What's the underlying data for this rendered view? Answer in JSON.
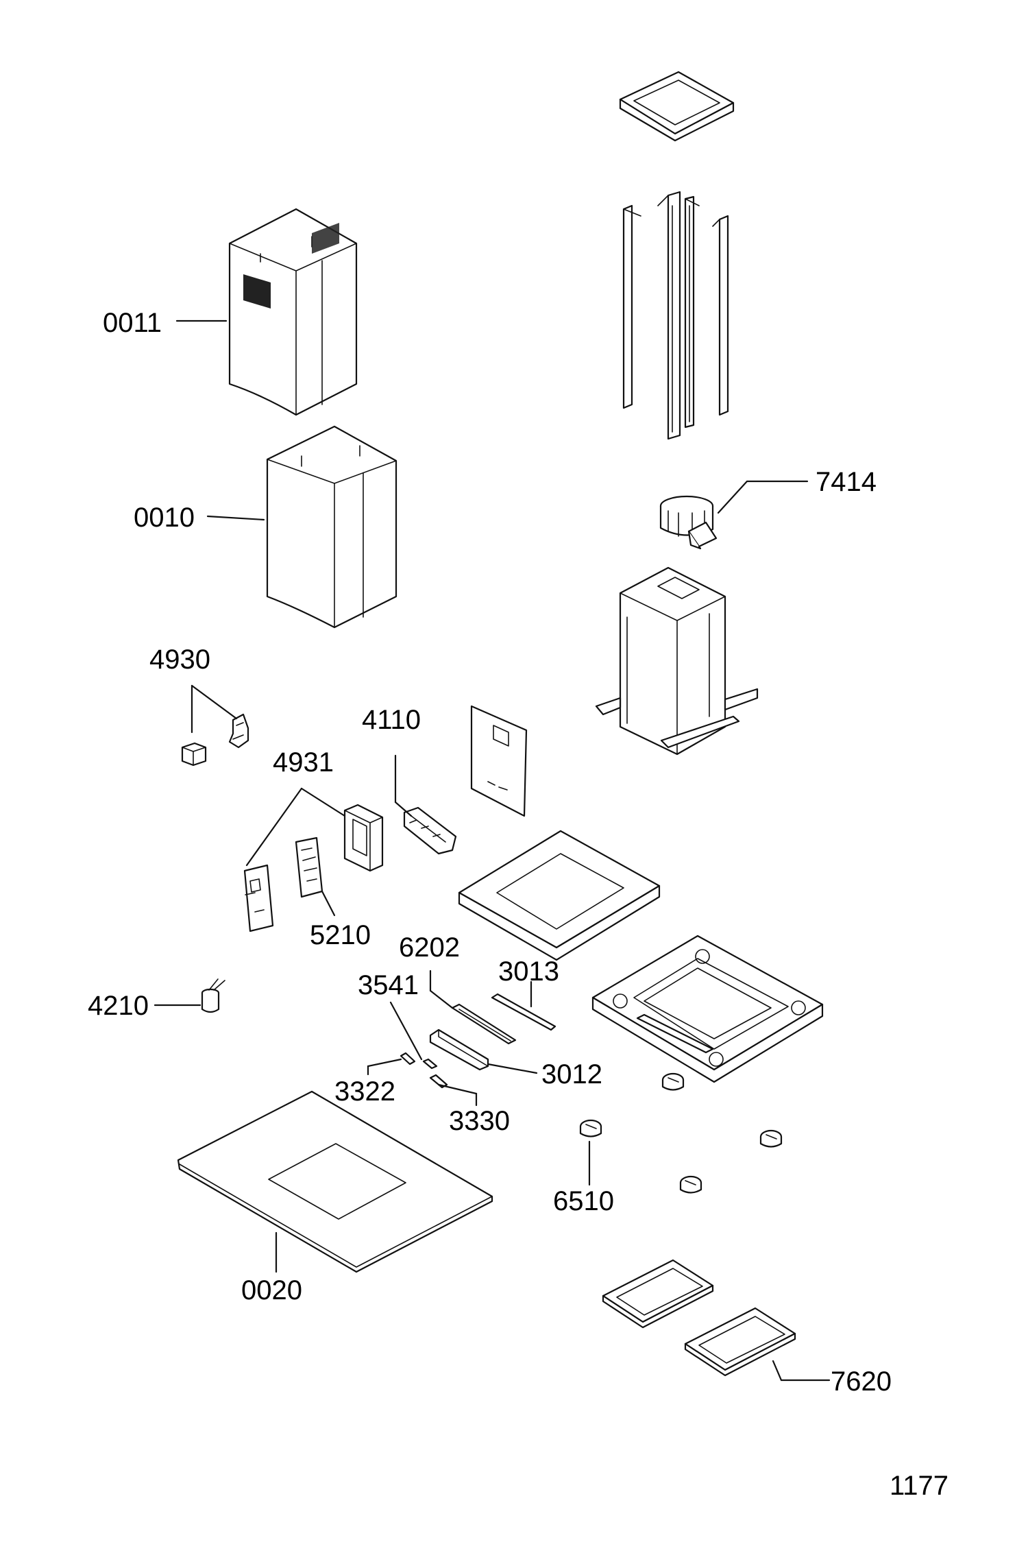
{
  "diagram": {
    "labels": {
      "p0011": "0011",
      "p0010": "0010",
      "p7414": "7414",
      "p4930": "4930",
      "p4110": "4110",
      "p4931": "4931",
      "p5210": "5210",
      "p6202": "6202",
      "p3013": "3013",
      "p3541": "3541",
      "p4210": "4210",
      "p3012": "3012",
      "p3322": "3322",
      "p3330": "3330",
      "p6510": "6510",
      "p0020": "0020",
      "p7620": "7620"
    },
    "page_number": "1177"
  }
}
